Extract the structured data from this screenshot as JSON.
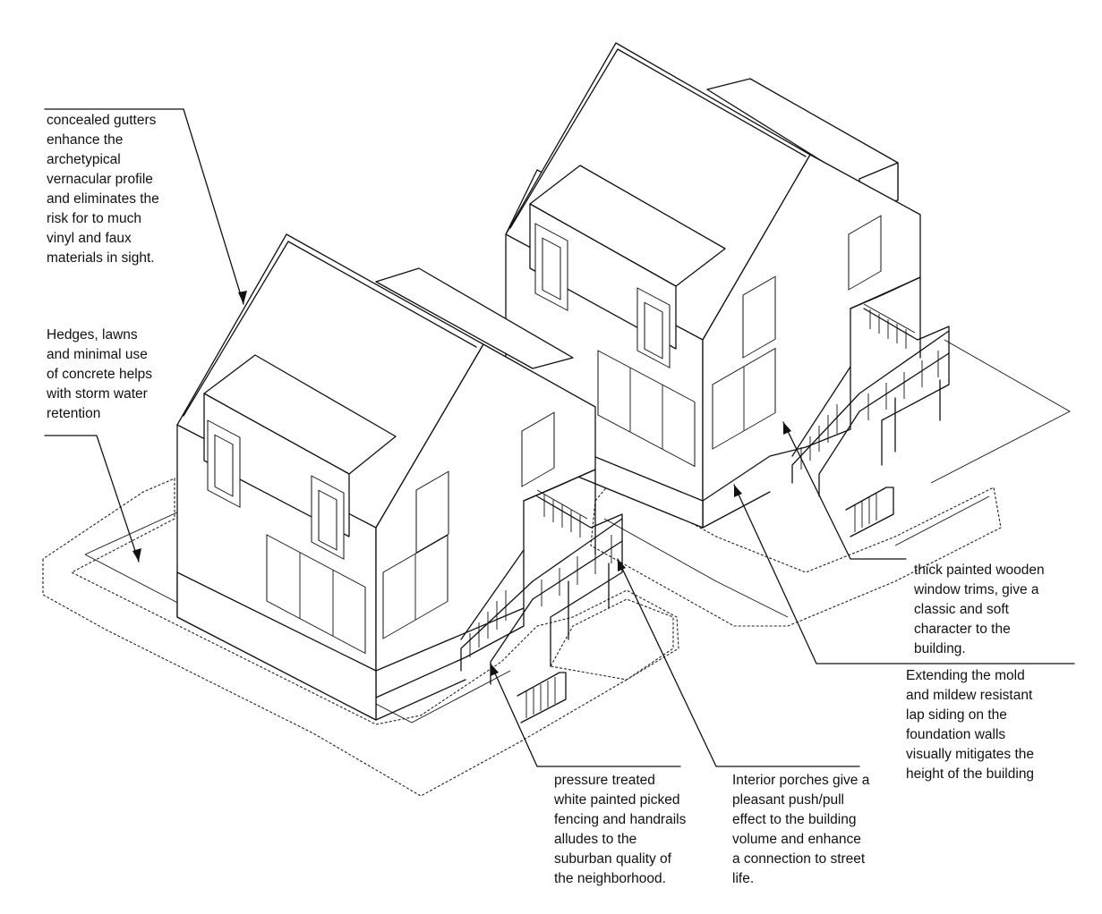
{
  "annotations": {
    "gutters": "concealed gutters\nenhance the\narchetypical\nvernacular profile\nand eliminates the\nrisk for to much\nvinyl and faux\nmaterials in sight.",
    "hedges": "Hedges, lawns\nand minimal use\nof concrete helps\nwith storm water\nretention",
    "trims": "thick painted wooden\nwindow trims, give a\nclassic and soft\ncharacter to the\nbuilding.",
    "siding": "Extending the mold\nand mildew resistant\nlap siding on the\nfoundation walls\nvisually mitigates the\nheight of the building",
    "fencing": "pressure treated\nwhite painted picked\nfencing and handrails\nalludes to the\nsuburban quality of\nthe neighborhood.",
    "porches": "Interior porches give a\npleasant push/pull\neffect to the building\nvolume and enhance\na connection to street\nlife."
  }
}
